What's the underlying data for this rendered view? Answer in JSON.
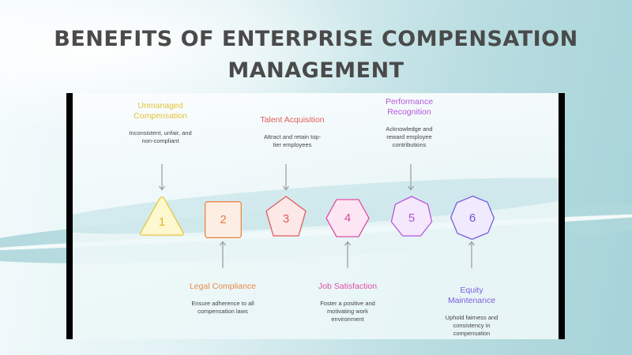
{
  "title": {
    "line1": "BENEFITS OF ENTERPRISE COMPENSATION",
    "line2": "MANAGEMENT"
  },
  "steps": [
    {
      "number": "1",
      "shape": "triangle",
      "label": "Unmanaged Compensation",
      "label_lines": [
        "Unmanaged",
        "Compensation"
      ],
      "description_lines": [
        "Inconsistent, unfair, and",
        "non-compliant"
      ],
      "position": "top",
      "color": "#e8c83a",
      "fill": "#fdf8cf"
    },
    {
      "number": "2",
      "shape": "square",
      "label": "Legal Compliance",
      "label_lines": [
        "Legal Compliance"
      ],
      "description_lines": [
        "Ensure adherence to all",
        "compensation laws"
      ],
      "position": "bottom",
      "color": "#e8894a",
      "fill": "#fdeee4"
    },
    {
      "number": "3",
      "shape": "pentagon",
      "label": "Talent Acquisition",
      "label_lines": [
        "Talent Acquisition"
      ],
      "description_lines": [
        "Attract and retain top-",
        "tier employees"
      ],
      "position": "top",
      "color": "#e05c5c",
      "fill": "#fde8e8"
    },
    {
      "number": "4",
      "shape": "hexagon",
      "label": "Job Satisfaction",
      "label_lines": [
        "Job Satisfaction"
      ],
      "description_lines": [
        "Foster a positive and",
        "motivating work",
        "environment"
      ],
      "position": "bottom",
      "color": "#dd4fa6",
      "fill": "#fde6f3"
    },
    {
      "number": "5",
      "shape": "heptagon",
      "label": "Performance Recognition",
      "label_lines": [
        "Performance",
        "Recognition"
      ],
      "description_lines": [
        "Acknowledge and",
        "reward employee",
        "contributions"
      ],
      "position": "top",
      "color": "#b456db",
      "fill": "#f6e8fc"
    },
    {
      "number": "6",
      "shape": "octagon",
      "label": "Equity Maintenance",
      "label_lines": [
        "Equity",
        "Maintenance"
      ],
      "description_lines": [
        "Uphold fairness and",
        "consistency in",
        "compensation"
      ],
      "position": "bottom",
      "color": "#7a5fdc",
      "fill": "#efeafd"
    }
  ],
  "colors": {
    "title": "#4a4a4a",
    "arrow": "#9a9a9a",
    "description": "#444444",
    "panel_border": "#000000"
  }
}
